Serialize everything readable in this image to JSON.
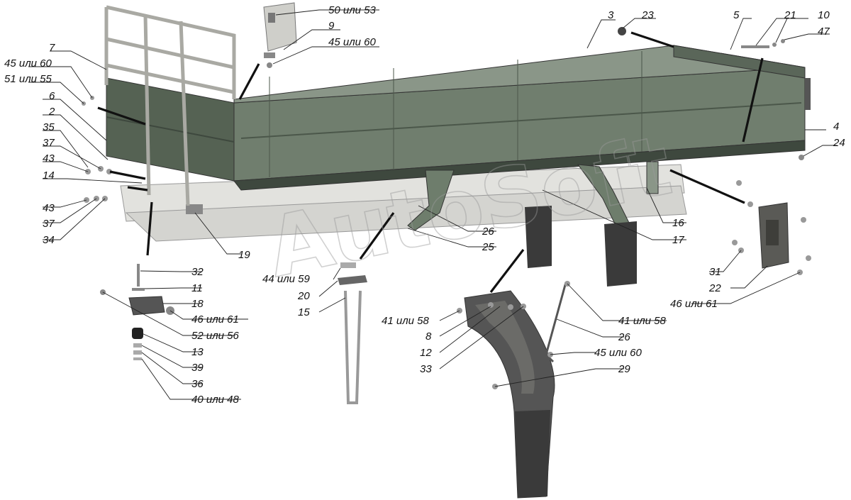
{
  "watermark": "AutoSoft",
  "colors": {
    "body_green": "#6e7d6c",
    "body_dark": "#4e5a4e",
    "frame_light": "#dcdcd8",
    "mudflap": "#3a3a3a",
    "metal": "#b8b8b2"
  },
  "labels": {
    "l50_53": "50 или 53",
    "l9": "9",
    "l45_60_top": "45 или 60",
    "l3": "3",
    "l23": "23",
    "l5": "5",
    "l21": "21",
    "l10": "10",
    "l47": "47",
    "l7": "7",
    "l45_60_left": "45 или 60",
    "l51_55": "51 или 55",
    "l6": "6",
    "l2": "2",
    "l35": "35",
    "l37_top": "37",
    "l43_top": "43",
    "l14": "14",
    "l43_bot": "43",
    "l37_bot": "37",
    "l34": "34",
    "l4": "4",
    "l24": "24",
    "l16": "16",
    "l17": "17",
    "l26_mid": "26",
    "l25": "25",
    "l19": "19",
    "l32": "32",
    "l11": "11",
    "l18": "18",
    "l46_61_left": "46 или 61",
    "l52_56": "52 или 56",
    "l13": "13",
    "l39": "39",
    "l36": "36",
    "l40_48": "40 или 48",
    "l44_59": "44 или 59",
    "l20": "20",
    "l15": "15",
    "l41_58_left": "41 или 58",
    "l8": "8",
    "l12": "12",
    "l33": "33",
    "l41_58_right": "41 или 58",
    "l26_right": "26",
    "l45_60_bot": "45 или 60",
    "l29": "29",
    "l31": "31",
    "l22": "22",
    "l46_61_right": "46 или 61"
  }
}
